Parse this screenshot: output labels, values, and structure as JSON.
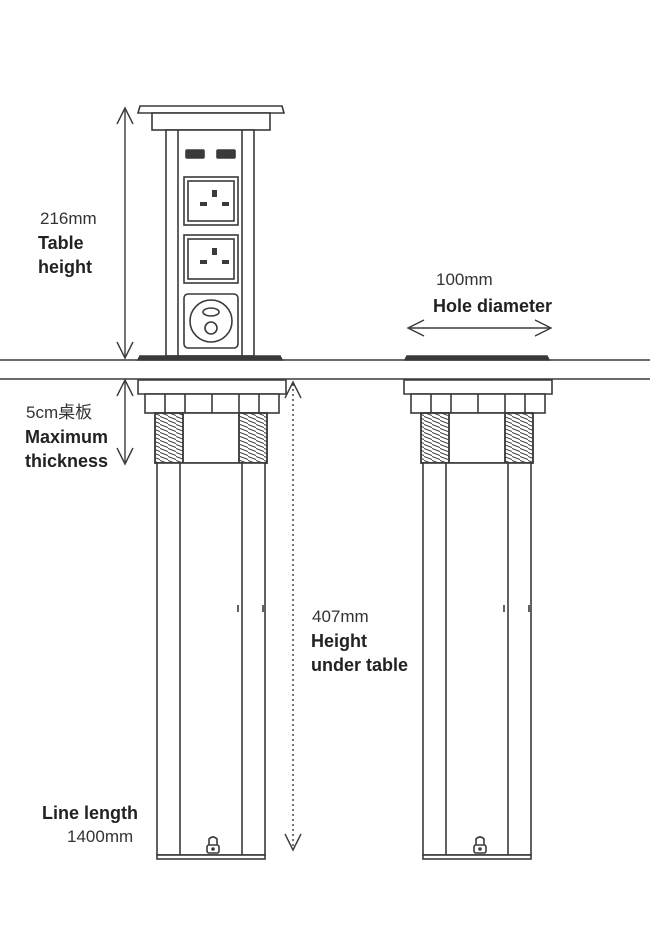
{
  "labels": {
    "table_height_value": "216mm",
    "table_height_caption_1": "Table",
    "table_height_caption_2": "height",
    "hole_value": "100mm",
    "hole_caption": "Hole diameter",
    "thickness_value": "5cm桌板",
    "thickness_caption_1": "Maximum",
    "thickness_caption_2": "thickness",
    "under_value": "407mm",
    "under_caption_1": "Height",
    "under_caption_2": "under table",
    "line_caption": "Line length",
    "line_value": "1400mm"
  },
  "colors": {
    "line": "#3a3a3a",
    "fill": "#ffffff",
    "text": "#2b2b2b"
  }
}
